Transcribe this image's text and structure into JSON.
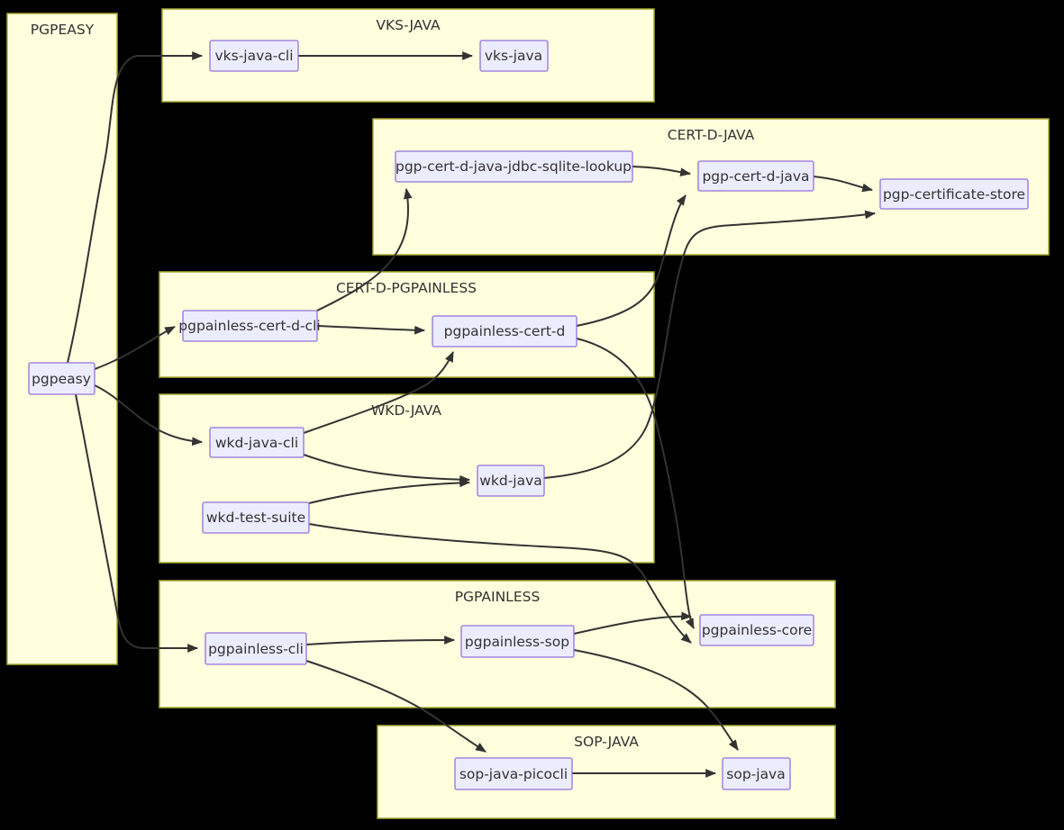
{
  "diagram": {
    "type": "flowchart",
    "background": "#000000",
    "colors": {
      "cluster_fill": "#ffffde",
      "cluster_border": "#aaaa33",
      "node_fill": "#ECECFF",
      "node_border": "#9370DB",
      "edge": "#333333",
      "text": "#333333"
    },
    "clusters": [
      {
        "id": "pgpeasy-group",
        "label": "PGPEASY"
      },
      {
        "id": "vks-java-group",
        "label": "VKS-JAVA"
      },
      {
        "id": "cert-d-java-group",
        "label": "CERT-D-JAVA"
      },
      {
        "id": "cert-d-pgpainless-group",
        "label": "CERT-D-PGPAINLESS"
      },
      {
        "id": "wkd-java-group",
        "label": "WKD-JAVA"
      },
      {
        "id": "pgpainless-group",
        "label": "PGPAINLESS"
      },
      {
        "id": "sop-java-group",
        "label": "SOP-JAVA"
      }
    ],
    "nodes": [
      {
        "id": "pgpeasy",
        "label": "pgpeasy"
      },
      {
        "id": "vks-java-cli",
        "label": "vks-java-cli"
      },
      {
        "id": "vks-java",
        "label": "vks-java"
      },
      {
        "id": "pgp-cert-d-java-jdbc-sqlite-lookup",
        "label": "pgp-cert-d-java-jdbc-sqlite-lookup"
      },
      {
        "id": "pgp-cert-d-java",
        "label": "pgp-cert-d-java"
      },
      {
        "id": "pgp-certificate-store",
        "label": "pgp-certificate-store"
      },
      {
        "id": "pgpainless-cert-d-cli",
        "label": "pgpainless-cert-d-cli"
      },
      {
        "id": "pgpainless-cert-d",
        "label": "pgpainless-cert-d"
      },
      {
        "id": "wkd-java-cli",
        "label": "wkd-java-cli"
      },
      {
        "id": "wkd-java",
        "label": "wkd-java"
      },
      {
        "id": "wkd-test-suite",
        "label": "wkd-test-suite"
      },
      {
        "id": "pgpainless-cli",
        "label": "pgpainless-cli"
      },
      {
        "id": "pgpainless-sop",
        "label": "pgpainless-sop"
      },
      {
        "id": "pgpainless-core",
        "label": "pgpainless-core"
      },
      {
        "id": "sop-java-picocli",
        "label": "sop-java-picocli"
      },
      {
        "id": "sop-java",
        "label": "sop-java"
      }
    ],
    "edges": [
      {
        "from": "pgpeasy",
        "to": "vks-java-cli"
      },
      {
        "from": "pgpeasy",
        "to": "pgpainless-cert-d-cli"
      },
      {
        "from": "pgpeasy",
        "to": "wkd-java-cli"
      },
      {
        "from": "pgpeasy",
        "to": "pgpainless-cli"
      },
      {
        "from": "vks-java-cli",
        "to": "vks-java"
      },
      {
        "from": "pgpainless-cert-d-cli",
        "to": "pgp-cert-d-java-jdbc-sqlite-lookup"
      },
      {
        "from": "pgpainless-cert-d-cli",
        "to": "pgpainless-cert-d"
      },
      {
        "from": "pgp-cert-d-java-jdbc-sqlite-lookup",
        "to": "pgp-cert-d-java"
      },
      {
        "from": "pgp-cert-d-java",
        "to": "pgp-certificate-store"
      },
      {
        "from": "pgpainless-cert-d",
        "to": "pgp-cert-d-java"
      },
      {
        "from": "pgpainless-cert-d",
        "to": "pgpainless-core"
      },
      {
        "from": "wkd-java-cli",
        "to": "pgpainless-cert-d"
      },
      {
        "from": "wkd-java-cli",
        "to": "wkd-java"
      },
      {
        "from": "wkd-test-suite",
        "to": "wkd-java"
      },
      {
        "from": "wkd-test-suite",
        "to": "pgpainless-core"
      },
      {
        "from": "wkd-java",
        "to": "pgp-certificate-store"
      },
      {
        "from": "pgpainless-cli",
        "to": "pgpainless-sop"
      },
      {
        "from": "pgpainless-cli",
        "to": "sop-java-picocli"
      },
      {
        "from": "pgpainless-sop",
        "to": "pgpainless-core"
      },
      {
        "from": "pgpainless-sop",
        "to": "sop-java"
      },
      {
        "from": "sop-java-picocli",
        "to": "sop-java"
      }
    ]
  }
}
